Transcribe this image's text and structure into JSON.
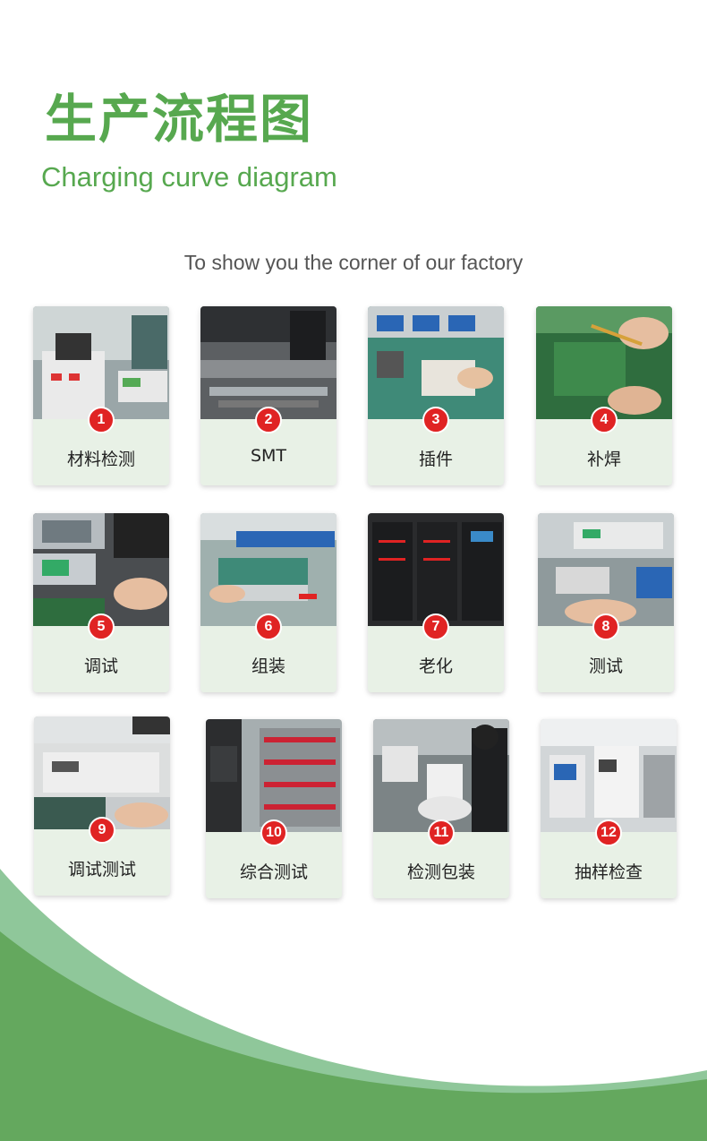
{
  "header": {
    "title_cn": "生产流程图",
    "title_en": "Charging curve diagram",
    "subtitle": "To show you the corner of our factory"
  },
  "colors": {
    "accent_green": "#57a84f",
    "badge_red": "#e02323",
    "card_bg": "#e8f1e6",
    "wave_light": "#8fc79a",
    "wave_dark": "#64a85e"
  },
  "steps": [
    {
      "number": "1",
      "label": "材料检测"
    },
    {
      "number": "2",
      "label": "SMT"
    },
    {
      "number": "3",
      "label": "插件"
    },
    {
      "number": "4",
      "label": "补焊"
    },
    {
      "number": "5",
      "label": "调试"
    },
    {
      "number": "6",
      "label": "组装"
    },
    {
      "number": "7",
      "label": "老化"
    },
    {
      "number": "8",
      "label": "测试"
    },
    {
      "number": "9",
      "label": "调试测试"
    },
    {
      "number": "10",
      "label": "综合测试"
    },
    {
      "number": "11",
      "label": "检测包装"
    },
    {
      "number": "12",
      "label": "抽样检查"
    }
  ]
}
